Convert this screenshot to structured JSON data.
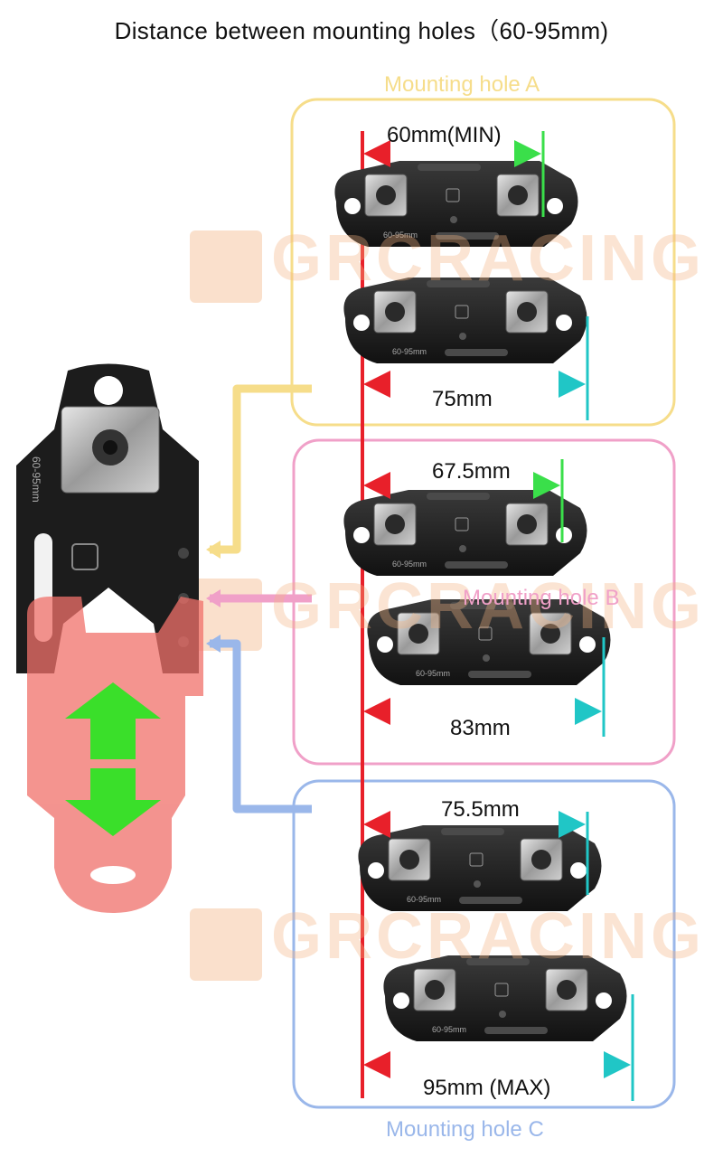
{
  "title": "Distance between mounting holes（60-95mm)",
  "colors": {
    "hole_a": "#f6dd8a",
    "hole_b": "#f0a0c8",
    "hole_c": "#9ab7ea",
    "red_line": "#e8202a",
    "dim_teal": "#20c6c6",
    "dim_green": "#22e06a",
    "watermark": "#f4b482"
  },
  "groups": {
    "a": {
      "label": "Mounting hole A",
      "top_measure": "60mm(MIN)",
      "bottom_measure": "75mm"
    },
    "b": {
      "label": "Mounting hole B",
      "top_measure": "67.5mm",
      "bottom_measure": "83mm"
    },
    "c": {
      "label": "Mounting hole C",
      "top_measure": "75.5mm",
      "bottom_measure": "95mm (MAX)"
    }
  },
  "watermark": "GRCRACING",
  "bracket_marking": "60-95mm"
}
